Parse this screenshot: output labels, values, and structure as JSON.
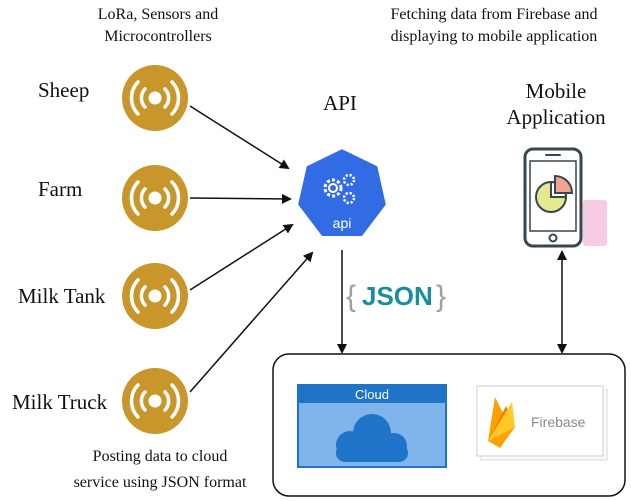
{
  "captions": {
    "top_left_line1": "LoRa, Sensors and",
    "top_left_line2": "Microcontrollers",
    "top_right_line1": "Fetching data from Firebase and",
    "top_right_line2": "displaying to mobile application",
    "bottom_line1": "Posting data to cloud",
    "bottom_line2": "service using JSON format"
  },
  "sensors": [
    {
      "label": "Sheep"
    },
    {
      "label": "Farm"
    },
    {
      "label": "Milk Tank"
    },
    {
      "label": "Milk Truck"
    }
  ],
  "api": {
    "title": "API",
    "icon_text": "api"
  },
  "mobile": {
    "line1": "Mobile",
    "line2": "Application"
  },
  "json": {
    "open": "{",
    "text": "JSON",
    "close": "}"
  },
  "cloud": {
    "title": "Cloud"
  },
  "firebase": {
    "label": "Firebase"
  },
  "colors": {
    "sensor_gold": "#c9962b",
    "api_blue": "#326ce5",
    "json_teal": "#1a8ca0",
    "cloud_blue": "#1f74c9",
    "firebase_orange": "#f5a623"
  }
}
